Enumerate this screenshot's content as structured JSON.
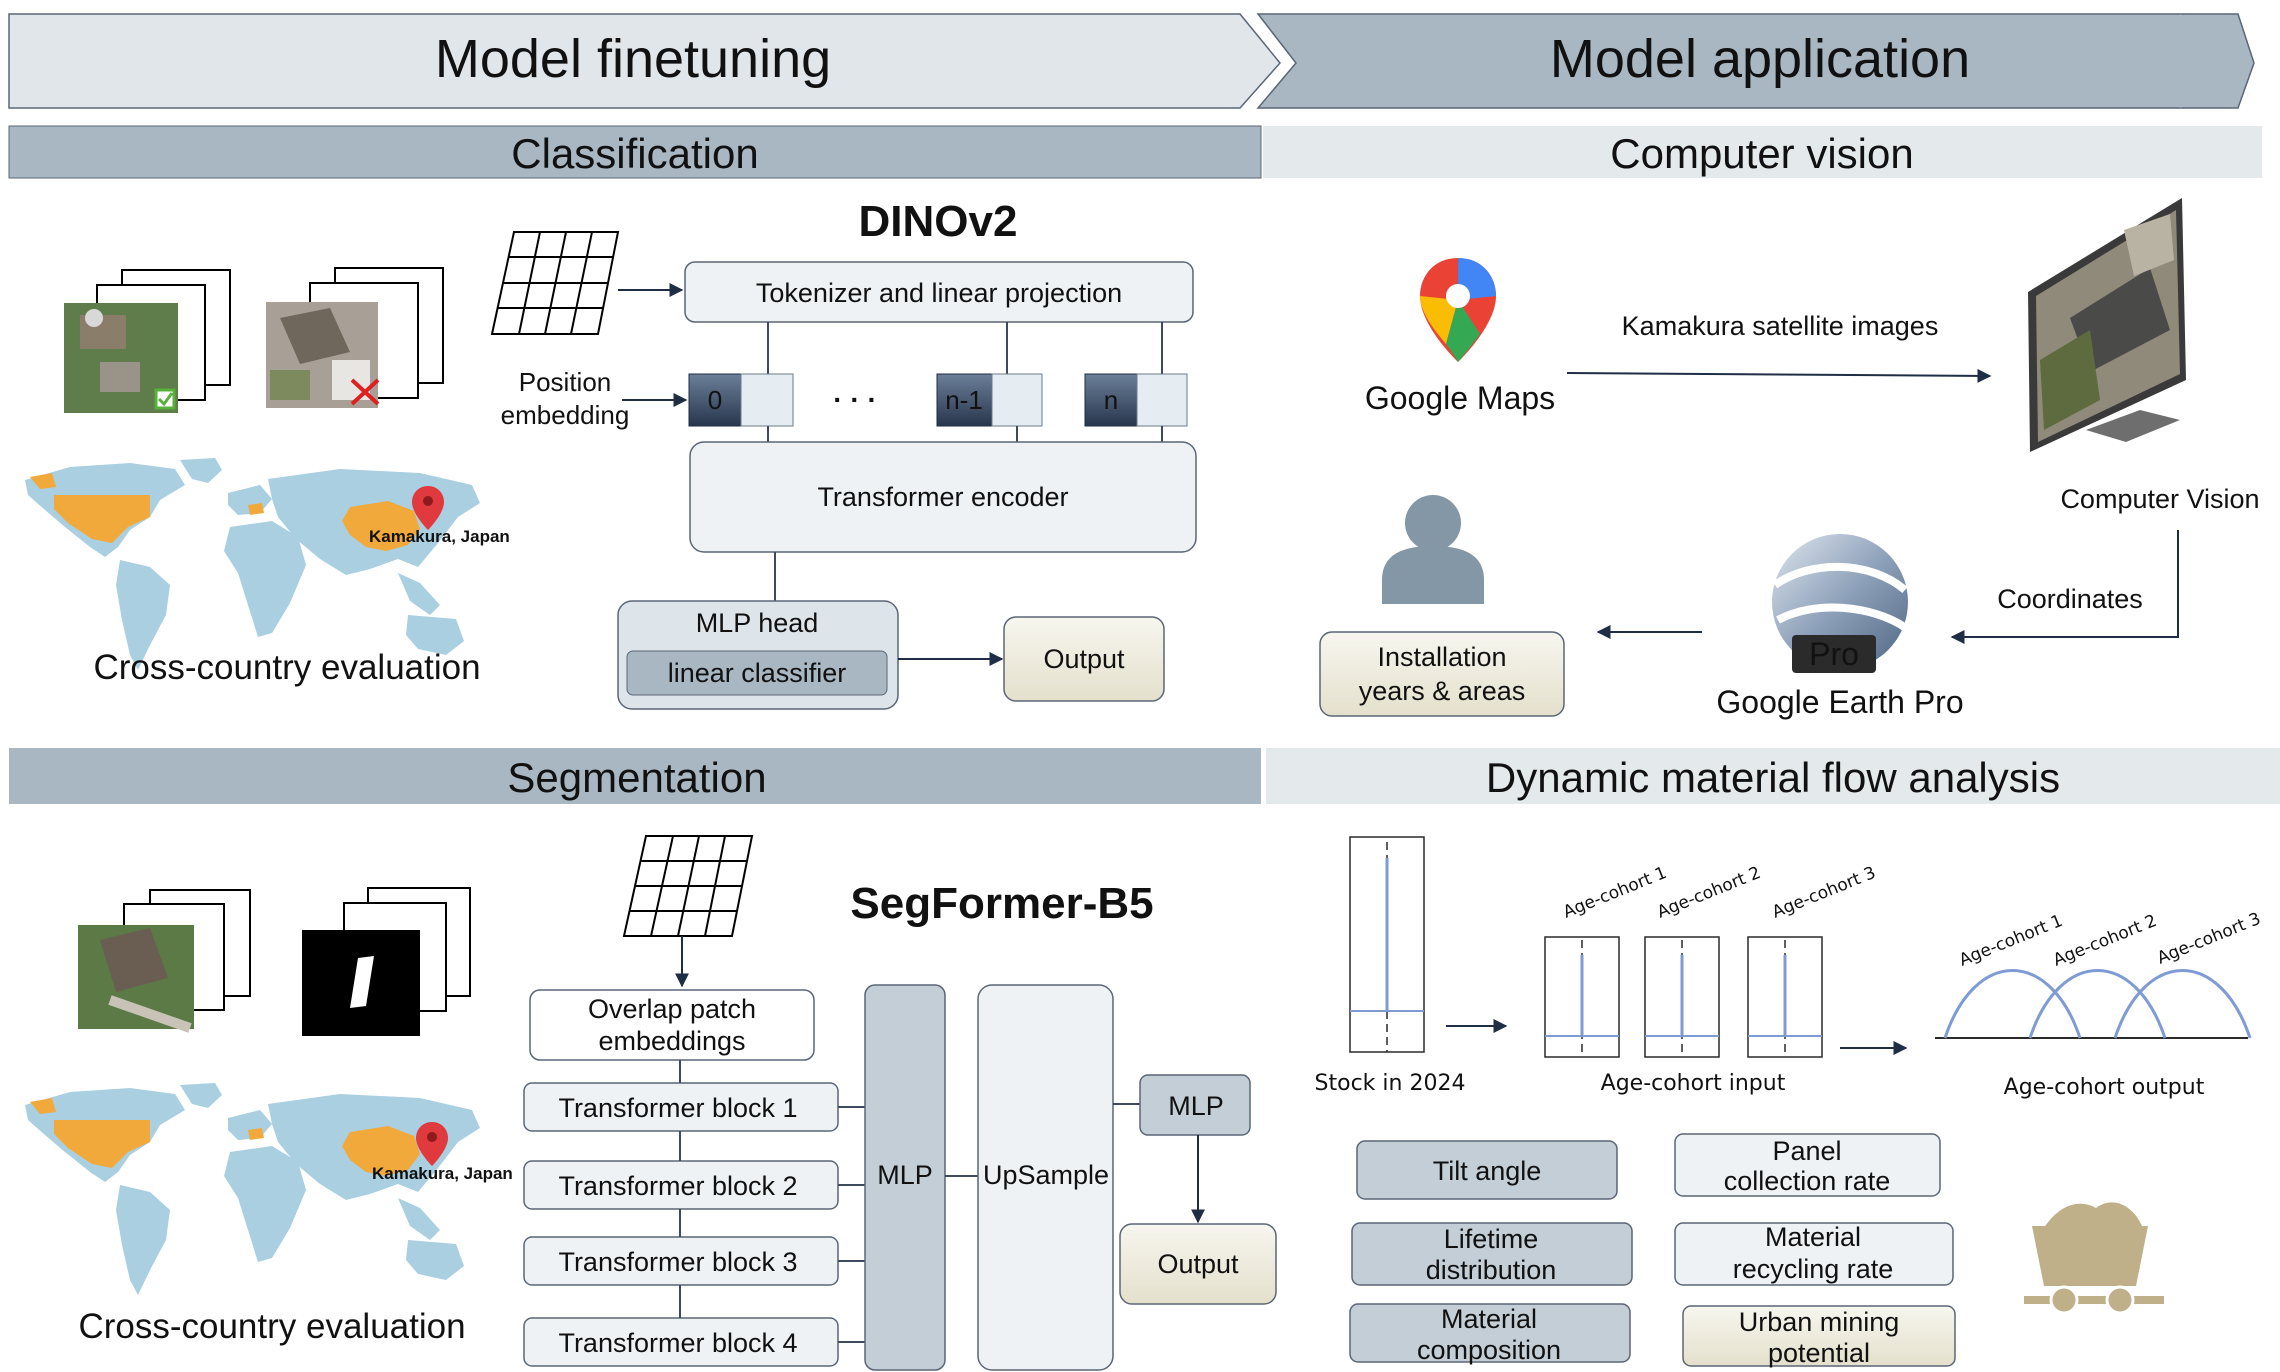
{
  "banners": {
    "left": "Model finetuning",
    "right": "Model application"
  },
  "sections": {
    "classification": "Classification",
    "computer_vision": "Computer vision",
    "segmentation": "Segmentation",
    "dmfa": "Dynamic material flow analysis"
  },
  "classification": {
    "model_name": "DINOv2",
    "tokenizer": "Tokenizer and linear projection",
    "position_embedding": [
      "Position",
      "embedding"
    ],
    "tokens": [
      "0",
      "n-1",
      "n"
    ],
    "dots": "· · ·",
    "encoder": "Transformer encoder",
    "mlp_head": "MLP head",
    "linear_classifier": "linear classifier",
    "output": "Output",
    "map_label": "Kamakura, Japan",
    "evaluation": "Cross-country evaluation"
  },
  "computer_vision": {
    "maps_brand": "Google Maps",
    "satellite_label": "Kamakura satellite images",
    "cv_label": "Computer Vision",
    "coordinates": "Coordinates",
    "earth_pro_badge": "Pro",
    "earth_pro_label": "Google Earth Pro",
    "installation": [
      "Installation",
      "years & areas"
    ]
  },
  "segmentation": {
    "model_name": "SegFormer-B5",
    "overlap": [
      "Overlap patch",
      "embeddings"
    ],
    "blocks": [
      "Transformer block 1",
      "Transformer block 2",
      "Transformer block 3",
      "Transformer block 4"
    ],
    "mlp_tall": "MLP",
    "upsample": "UpSample",
    "mlp_small": "MLP",
    "output": "Output",
    "map_label": "Kamakura, Japan",
    "evaluation": "Cross-country evaluation"
  },
  "dmfa": {
    "stock_label": "Stock in 2024",
    "cohorts_in": [
      "Age-cohort 1",
      "Age-cohort 2",
      "Age-cohort 3"
    ],
    "input_label": "Age-cohort input",
    "cohorts_out": [
      "Age-cohort 1",
      "Age-cohort 2",
      "Age-cohort 3"
    ],
    "output_label": "Age-cohort output",
    "params": {
      "tilt": [
        "Tilt angle"
      ],
      "panel": [
        "Panel",
        "collection rate"
      ],
      "lifetime": [
        "Lifetime",
        "distribution"
      ],
      "recycling": [
        "Material",
        "recycling rate"
      ],
      "composition": [
        "Material",
        "composition"
      ],
      "urban": [
        "Urban mining",
        "potential"
      ]
    }
  },
  "colors": {
    "banner_left": "#e0e6ea",
    "banner_right": "#a9b7c2",
    "header_dark": "#a9b7c2",
    "header_light": "#e4e9ec",
    "box_fill": "#eef2f5",
    "box_gray": "#c3ced6",
    "box_cream": "#eeece0",
    "token_dark": "#3d506a",
    "arrow": "#1f2d45",
    "map_land": "#a9cfe0",
    "map_highlight": "#f2a93b",
    "cohort_line": "#7f9bd4",
    "cart": "#bfb08a"
  }
}
